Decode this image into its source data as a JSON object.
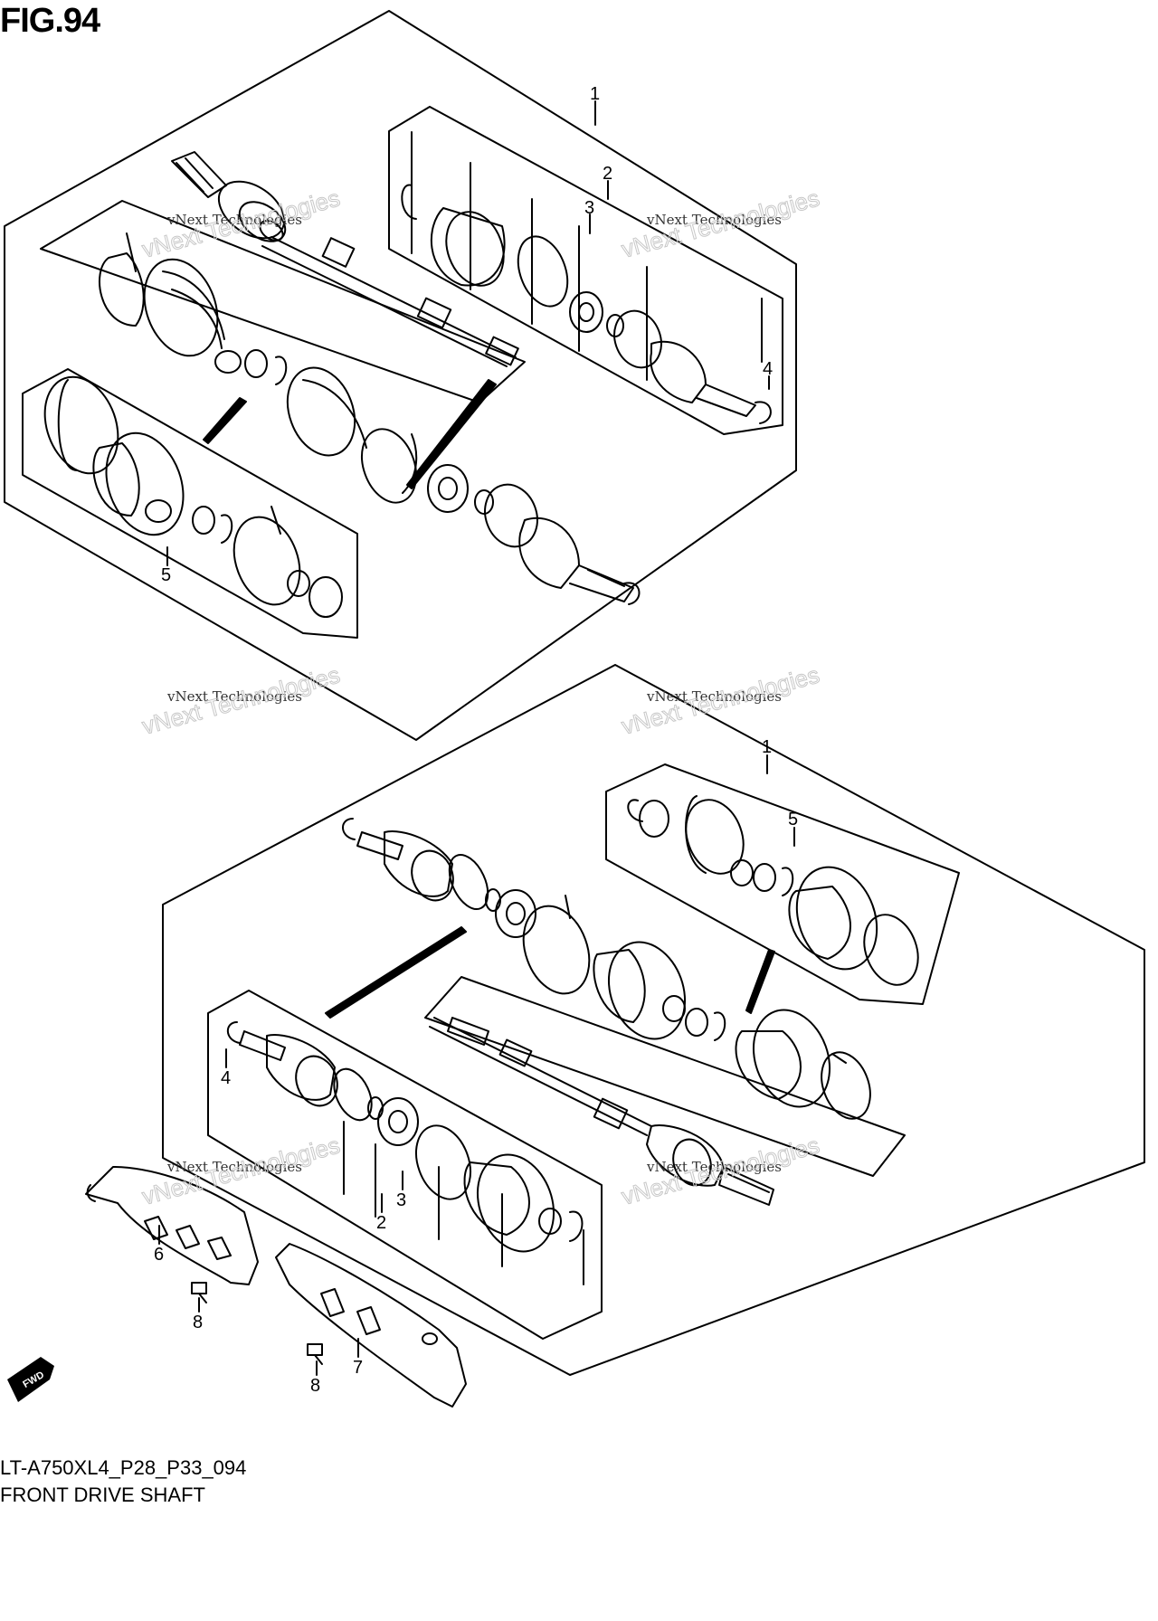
{
  "figure": {
    "title": "FIG.94"
  },
  "captions": {
    "model_code": "LT-A750XL4_P28_P33_094",
    "part_group": "FRONT DRIVE SHAFT"
  },
  "watermark": {
    "line1": "vNext Technologies",
    "line2": "vNext Technologies"
  },
  "fwd_badge": {
    "label": "FWD"
  },
  "callouts": {
    "top": [
      "1",
      "2",
      "3",
      "4",
      "5"
    ],
    "bottom": [
      "1",
      "5",
      "4",
      "3",
      "2",
      "6",
      "7",
      "8",
      "8"
    ]
  }
}
